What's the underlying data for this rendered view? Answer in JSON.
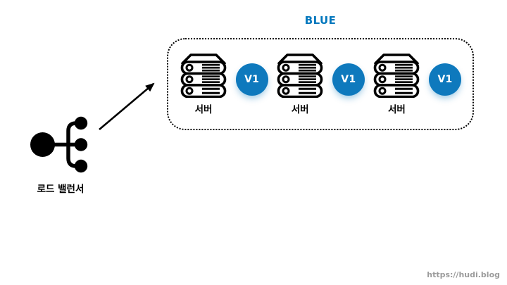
{
  "group": {
    "title": "BLUE"
  },
  "servers": [
    {
      "label": "서버",
      "version": "V1"
    },
    {
      "label": "서버",
      "version": "V1"
    },
    {
      "label": "서버",
      "version": "V1"
    }
  ],
  "load_balancer": {
    "label": "로드 밸런서"
  },
  "watermark": "https://hudi.blog",
  "colors": {
    "title_blue": "#0277bd",
    "badge_blue": "#0e79bd",
    "line_black": "#000000",
    "watermark_gray": "#9b9b9b"
  },
  "icons": {
    "server": "server-stack-icon",
    "load_balancer": "load-balancer-icon",
    "arrow": "diagonal-arrow-icon"
  }
}
